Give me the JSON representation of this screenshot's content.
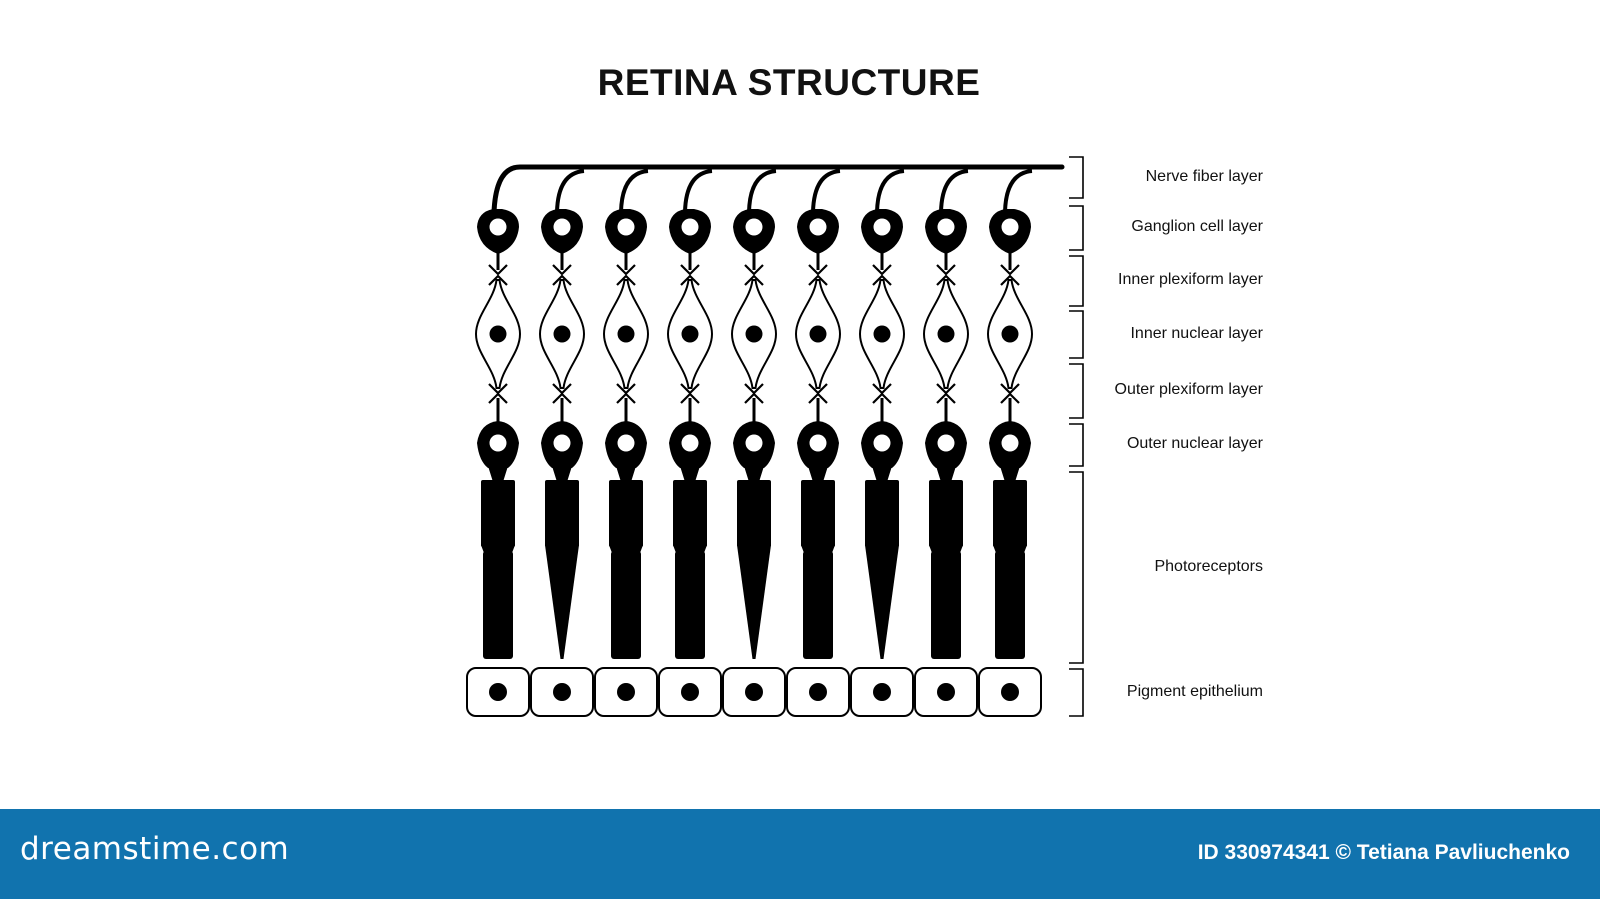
{
  "title": "RETINA STRUCTURE",
  "layers": [
    {
      "label": "Nerve fiber layer"
    },
    {
      "label": "Ganglion cell layer"
    },
    {
      "label": "Inner plexiform layer"
    },
    {
      "label": "Inner nuclear layer"
    },
    {
      "label": "Outer plexiform layer"
    },
    {
      "label": "Outer nuclear layer"
    },
    {
      "label": "Photoreceptors"
    },
    {
      "label": "Pigment epithelium"
    }
  ],
  "photoreceptors": [
    "rod",
    "cone",
    "rod",
    "rod",
    "cone",
    "rod",
    "cone",
    "rod",
    "rod"
  ],
  "footer": {
    "brand": "dreamstime.com",
    "credit": "ID 330974341 © Tetiana Pavliuchenko"
  },
  "colors": {
    "ink": "#000000",
    "footer_bg": "#1173ae",
    "footer_text": "#ffffff"
  }
}
